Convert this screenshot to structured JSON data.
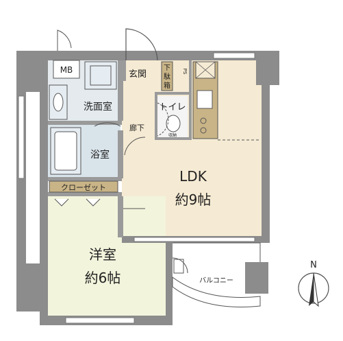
{
  "rooms": {
    "mb": "MB",
    "entrance": "玄関",
    "shoe_box_top": "下",
    "shoe_box_mid": "駄",
    "shoe_box_bot": "箱",
    "ps": "PS",
    "washroom": "洗面室",
    "toilet": "トイレ",
    "corridor": "廊下",
    "small_label": "収納",
    "bath": "浴室",
    "closet": "クローゼット",
    "ldk_name": "LDK",
    "ldk_size": "約9帖",
    "western_name": "洋室",
    "western_size": "約6帖",
    "balcony": "バルコニー"
  },
  "compass": {
    "north": "N"
  },
  "colors": {
    "wall": "#8c8c8c",
    "ldk_floor": "#f5ead3",
    "western_floor": "#f2f4dc",
    "wet_area": "#d9e3ea",
    "cabinet": "#c9b487"
  }
}
